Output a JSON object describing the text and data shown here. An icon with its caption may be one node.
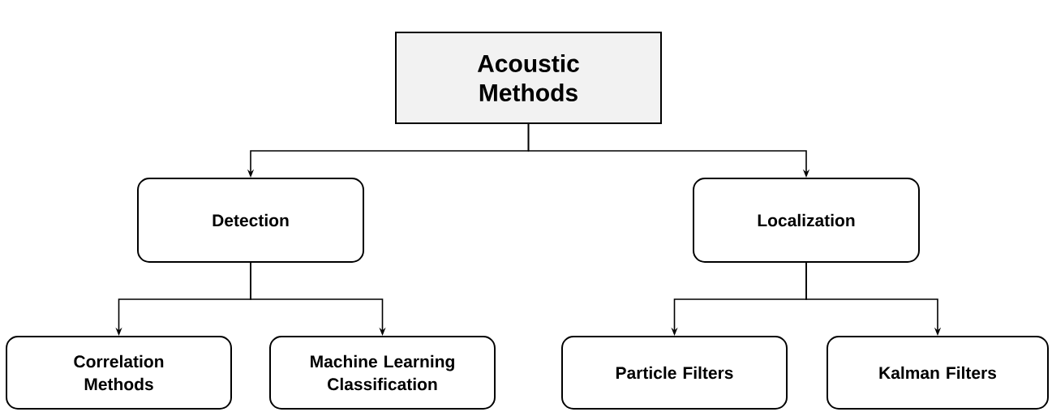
{
  "diagram": {
    "nodes": [
      {
        "text": [
          "Acoustic Methods"
        ]
      },
      {
        "text": [
          "Detection"
        ]
      },
      {
        "text": [
          "Localization"
        ]
      },
      {
        "text": [
          "Correlation Methods"
        ]
      },
      {
        "text": [
          "Machine Learning Classification"
        ]
      },
      {
        "text": [
          "Particle Filters"
        ]
      },
      {
        "text": [
          "Kalman Filters"
        ]
      }
    ],
    "edges": [
      {
        "from": 0,
        "to": 1,
        "arrow": "to"
      },
      {
        "from": 0,
        "to": 2,
        "arrow": "to"
      },
      {
        "from": 1,
        "to": 3,
        "arrow": "to"
      },
      {
        "from": 1,
        "to": 4,
        "arrow": "to"
      },
      {
        "from": 2,
        "to": 5,
        "arrow": "to"
      },
      {
        "from": 2,
        "to": 6,
        "arrow": "to"
      }
    ]
  }
}
